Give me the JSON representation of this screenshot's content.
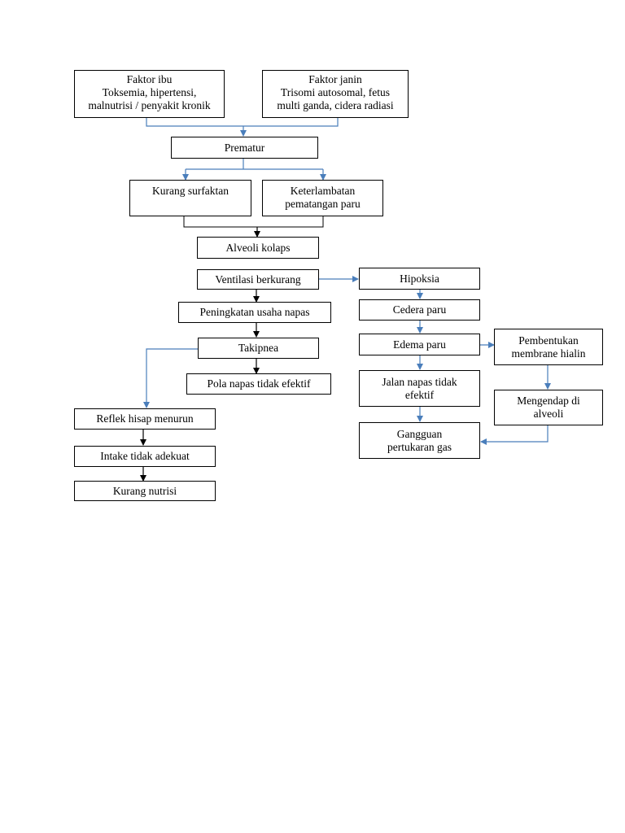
{
  "colors": {
    "blue_arrow": "#4a7ebb",
    "black_arrow": "#000000",
    "box_border": "#000000"
  },
  "nodes": {
    "faktor_ibu": {
      "title": "Faktor ibu",
      "line2": "Toksemia, hipertensi,",
      "line3": "malnutrisi / penyakit kronik"
    },
    "faktor_janin": {
      "title": "Faktor janin",
      "line2": "Trisomi autosomal, fetus",
      "line3": "multi ganda, cidera radiasi"
    },
    "prematur": {
      "label": "Prematur"
    },
    "kurang_surfaktan": {
      "label": "Kurang surfaktan"
    },
    "keterlambatan": {
      "line1": "Keterlambatan",
      "line2": "pematangan paru"
    },
    "alveoli_kolaps": {
      "label": "Alveoli kolaps"
    },
    "ventilasi": {
      "label": "Ventilasi berkurang"
    },
    "peningkatan": {
      "label": "Peningkatan usaha napas"
    },
    "takipnea": {
      "label": "Takipnea"
    },
    "pola_napas": {
      "label": "Pola napas tidak efektif"
    },
    "reflek": {
      "label": "Reflek hisap menurun"
    },
    "intake": {
      "label": "Intake tidak adekuat"
    },
    "kurang_nutrisi": {
      "label": "Kurang nutrisi"
    },
    "hipoksia": {
      "label": "Hipoksia"
    },
    "cedera_paru": {
      "label": "Cedera paru"
    },
    "edema_paru": {
      "label": "Edema paru"
    },
    "jalan_napas": {
      "line1": "Jalan napas tidak",
      "line2": "efektif"
    },
    "gangguan": {
      "line1": "Gangguan",
      "line2": "pertukaran gas"
    },
    "pembentukan": {
      "line1": "Pembentukan",
      "line2": "membrane hialin"
    },
    "mengendap": {
      "line1": "Mengendap di",
      "line2": "alveoli"
    }
  }
}
